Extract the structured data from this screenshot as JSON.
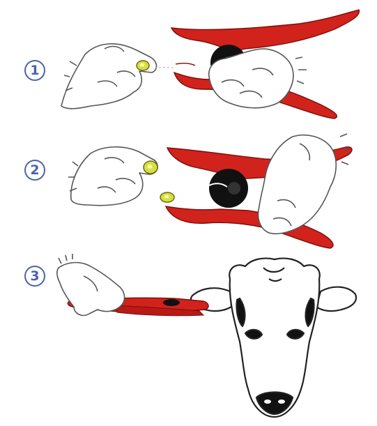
{
  "steps": [
    {
      "number": "1",
      "illustration": "hand-loading-tag-into-applicator-icon"
    },
    {
      "number": "2",
      "illustration": "hand-inserting-second-tag-part-icon"
    },
    {
      "number": "3",
      "illustration": "applying-tag-to-cow-ear-icon"
    }
  ],
  "colors": {
    "pliers": "#d2221c",
    "pliers_dark": "#8a0f0c",
    "tag": "#d7e03a",
    "step_number": "#4a62a8",
    "line": "#444444"
  }
}
